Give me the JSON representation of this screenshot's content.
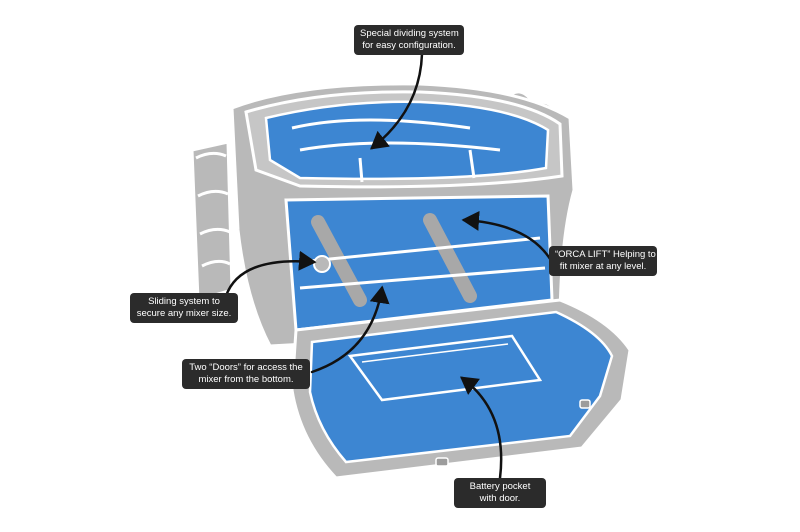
{
  "callouts": {
    "dividing": {
      "line1": "Special dividing system",
      "line2": "for easy configuration."
    },
    "orca": {
      "line1": "“ORCA LIFT” Helping to",
      "line2": "fit mixer at any level."
    },
    "sliding": {
      "line1": "Sliding system to",
      "line2": "secure any mixer size."
    },
    "doors": {
      "line1": "Two “Doors” for access the",
      "line2": "mixer from the bottom."
    },
    "battery": {
      "line1": "Battery pocket",
      "line2": "with door."
    }
  },
  "colors": {
    "bag_gray": "#b9b9b9",
    "bag_outline": "#ffffff",
    "interior_blue": "#3d86d2",
    "callout_bg": "#2b2b2b",
    "arrow": "#111111"
  }
}
